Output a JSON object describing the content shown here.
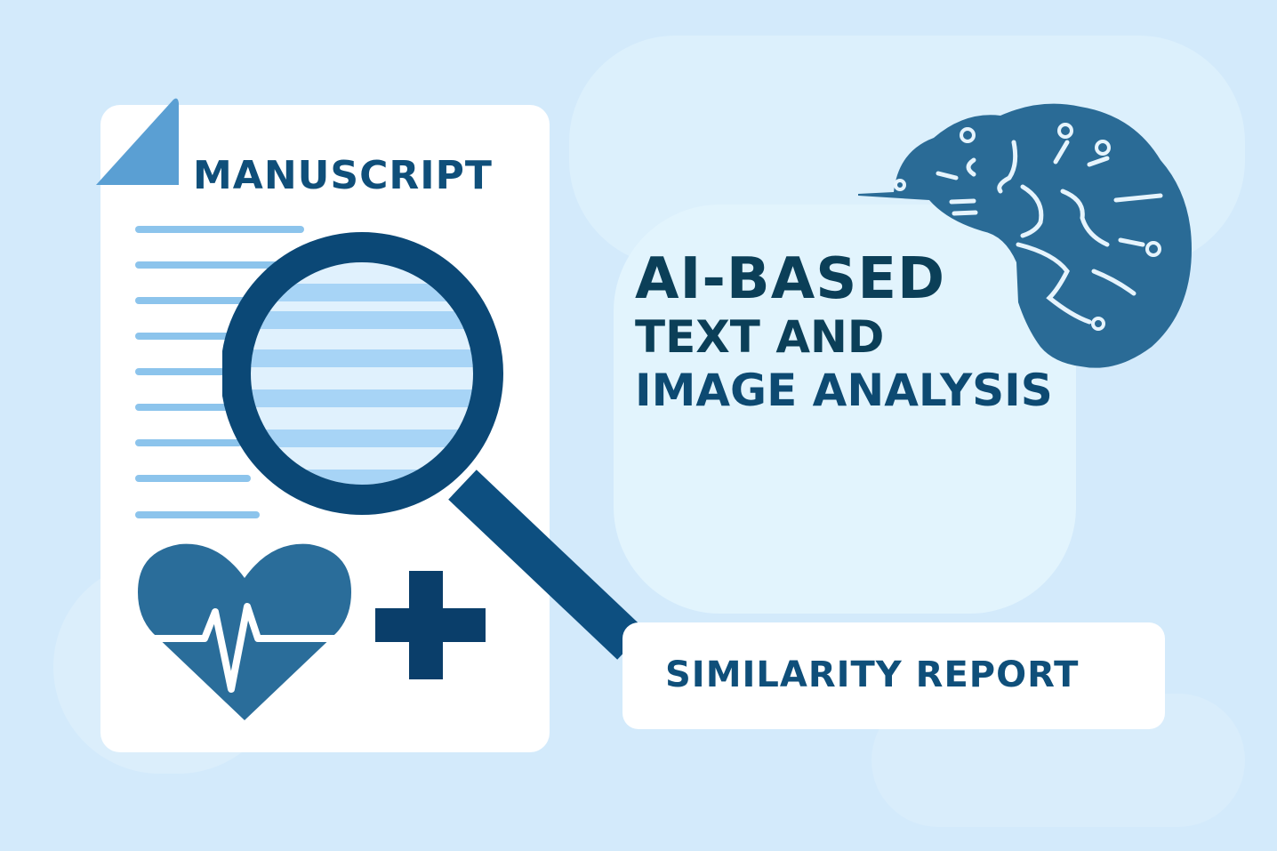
{
  "manuscript": {
    "title": "MANUSCRIPT"
  },
  "headline": {
    "line1": "AI-BASED",
    "line2": "TEXT AND",
    "line3": "IMAGE ANALYSIS"
  },
  "report": {
    "label": "SIMILARITY REPORT"
  },
  "icons": [
    "document-icon",
    "magnifier-icon",
    "heart-pulse-icon",
    "medical-cross-icon",
    "brain-circuit-icon"
  ],
  "colors": {
    "background": "#d3eafb",
    "primary_dark": "#0d4a72",
    "primary": "#2a6d9a",
    "line_light": "#8cc4ec",
    "card": "#ffffff"
  }
}
